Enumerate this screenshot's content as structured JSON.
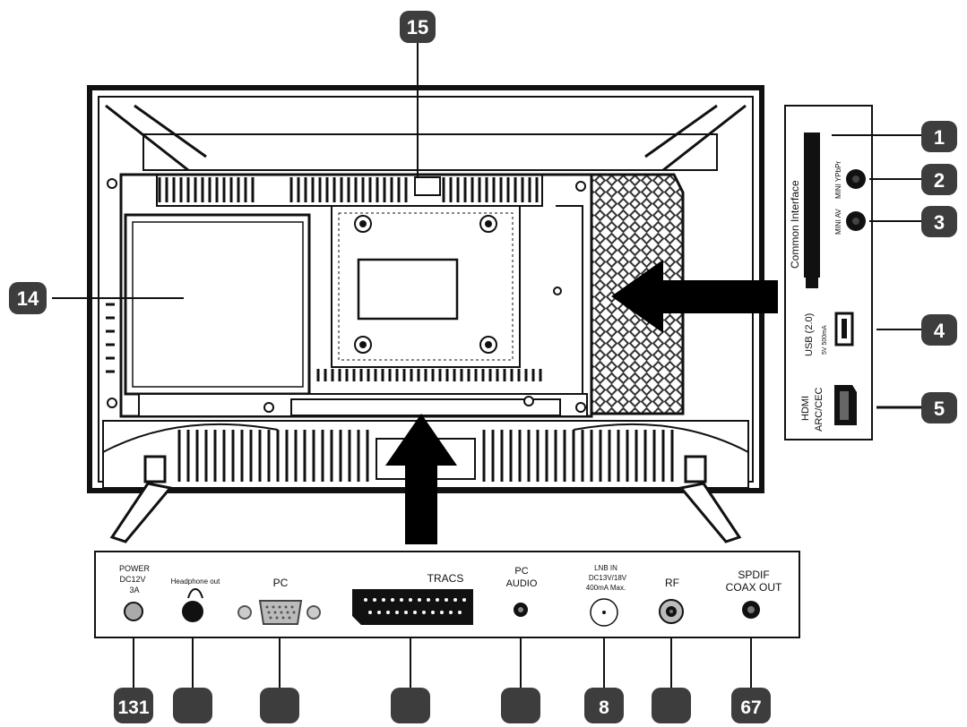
{
  "colors": {
    "badge": "#3d3d3d",
    "line": "#111111",
    "hatch": "#222222",
    "background": "#ffffff"
  },
  "callouts": {
    "top": "15",
    "left": "14",
    "right": [
      "1",
      "2",
      "3",
      "4",
      "5"
    ],
    "bottom": [
      "131",
      "",
      "",
      "",
      "",
      "8",
      "",
      "67"
    ]
  },
  "side_panel": {
    "common_interface": "Common Interface",
    "mini_ypbpr": "MINI YPbPr",
    "mini_av": "MINI AV",
    "usb_title": "USB (2.0)",
    "usb_rating": "5V 500mA",
    "hdmi_line1": "HDMI",
    "hdmi_line2": "ARC/CEC"
  },
  "bottom_panel": {
    "power_line1": "POWER",
    "power_line2": "DC12V",
    "power_line3": "3A",
    "headphone": "Headphone out",
    "pc": "PC",
    "tracs": "TRACS",
    "pc_audio_line1": "PC",
    "pc_audio_line2": "AUDIO",
    "lnb_line1": "LNB IN",
    "lnb_line2": "DC13V/18V",
    "lnb_line3": "400mA Max.",
    "rf": "RF",
    "spdif_line1": "SPDIF",
    "spdif_line2": "COAX OUT"
  }
}
